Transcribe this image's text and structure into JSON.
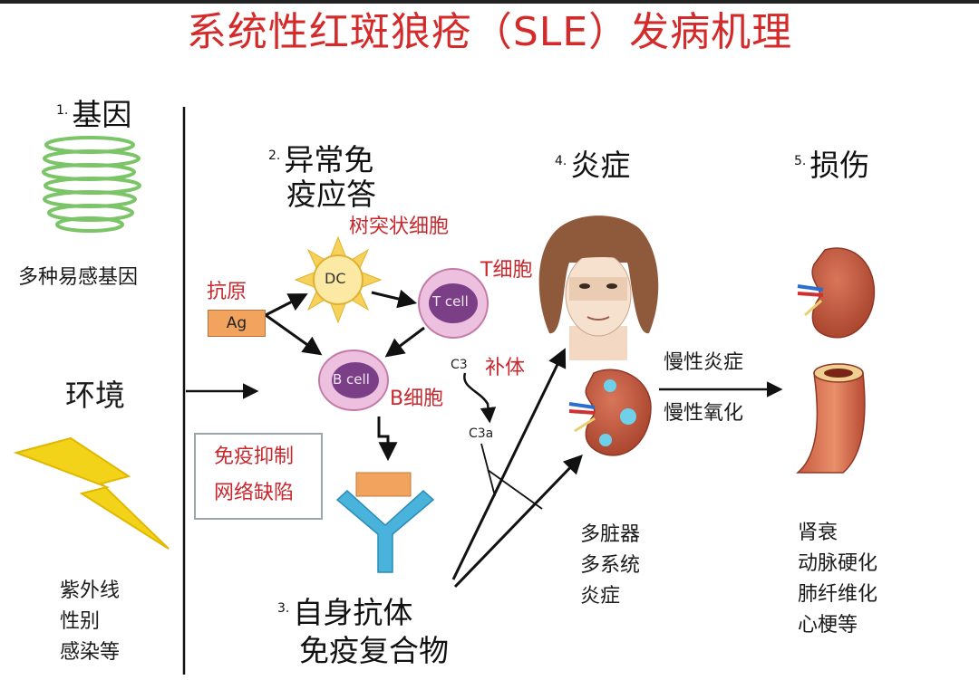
{
  "title": "系统性红斑狼疮（SLE）发病机理",
  "steps": {
    "s1": {
      "num": "1.",
      "label": "基因"
    },
    "s2": {
      "num": "2.",
      "label_line1": "异常免",
      "label_line2": "疫应答"
    },
    "s3": {
      "num": "3.",
      "label_line1": "自身抗体",
      "label_line2": "免疫复合物"
    },
    "s4": {
      "num": "4.",
      "label": "炎症"
    },
    "s5": {
      "num": "5.",
      "label": "损伤"
    }
  },
  "genes_caption": "多种易感基因",
  "environment": "环境",
  "env_factors": [
    "紫外线",
    "性别",
    "感染等"
  ],
  "antigen": {
    "label": "抗原",
    "tag": "Ag"
  },
  "cells": {
    "dc_name": "树突状细胞",
    "dc_tag": "DC",
    "t_name": "T细胞",
    "t_tag": "T cell",
    "b_name": "B细胞",
    "b_tag": "B cell"
  },
  "complement": {
    "name": "补体",
    "c3": "C3",
    "c3a": "C3a"
  },
  "defect_box": [
    "免疫抑制",
    "网络缺陷"
  ],
  "chronic": [
    "慢性炎症",
    "慢性氧化"
  ],
  "organs_caption": [
    "多脏器",
    "多系统",
    "炎症"
  ],
  "damage_caption": [
    "肾衰",
    "动脉硬化",
    "肺纤维化",
    "心梗等"
  ],
  "colors": {
    "title": "#d42a2a",
    "label_red": "#c8282d",
    "gene": "#7bc468",
    "lightning": "#f3d21a",
    "antibody": "#49b3dc"
  }
}
